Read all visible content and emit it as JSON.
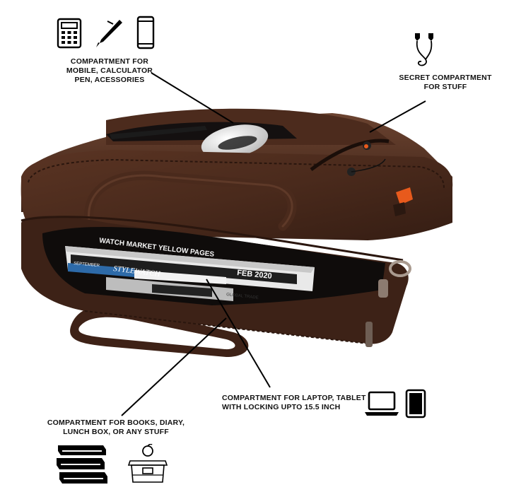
{
  "callouts": {
    "mobile_compartment": [
      "COMPARTMENT FOR",
      "MOBILE, CALCULATOR",
      "PEN, ACESSORIES"
    ],
    "secret_compartment": [
      "SECRET COMPARTMENT",
      "FOR STUFF"
    ],
    "laptop_compartment": [
      "COMPARTMENT FOR LAPTOP, TABLET",
      "WITH LOCKING UPTO 15.5 INCH"
    ],
    "books_compartment": [
      "COMPARTMENT FOR BOOKS, DIARY,",
      "LUNCH BOX, OR ANY STUFF"
    ]
  },
  "product_print": {
    "magazine_top": "WATCH MARKET YELLOW PAGES",
    "magazine_mid": "STYLEWATCH",
    "magazine_side": "SEPTEMBER",
    "magazine_date": "FEB 2020",
    "magazine_bottom": "GLOBAL TRADE"
  },
  "icons": [
    "calculator-icon",
    "pen-icon",
    "mobile-phone-icon",
    "earphones-icon",
    "laptop-icon",
    "tablet-icon",
    "books-stack-icon",
    "lunch-box-icon"
  ],
  "colors": {
    "leather": "#4a2a1c",
    "leather_dark": "#2e1810",
    "leather_light": "#6b4330",
    "accent_orange": "#e85a1c",
    "line": "#000000"
  }
}
